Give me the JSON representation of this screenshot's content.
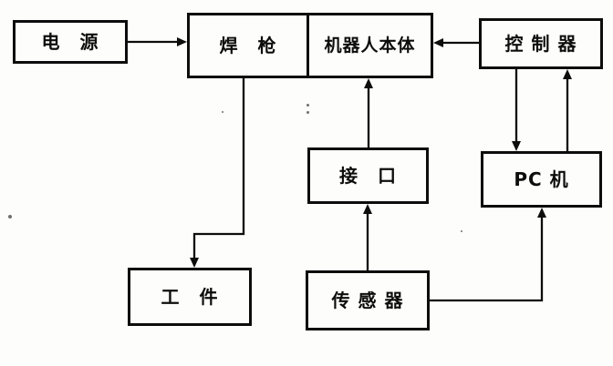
{
  "diagram": {
    "description": "Scanned block diagram of an arc-welding robot system",
    "nodes": {
      "power": {
        "label": "电　源"
      },
      "torch": {
        "label": "焊　枪"
      },
      "robot": {
        "label": "机器人本体"
      },
      "controller": {
        "label": "控 制 器"
      },
      "interface": {
        "label": "接　口"
      },
      "pc": {
        "label": "PC 机"
      },
      "workpiece": {
        "label": "工　件"
      },
      "sensor": {
        "label": "传 感 器"
      }
    },
    "edges": [
      {
        "from": "power",
        "to": "torch"
      },
      {
        "from": "controller",
        "to": "robot"
      },
      {
        "from": "torch",
        "to": "workpiece"
      },
      {
        "from": "interface",
        "to": "robot"
      },
      {
        "from": "sensor",
        "to": "interface"
      },
      {
        "from": "sensor",
        "to": "pc"
      },
      {
        "from": "controller",
        "to": "pc"
      },
      {
        "from": "pc",
        "to": "controller"
      }
    ]
  }
}
